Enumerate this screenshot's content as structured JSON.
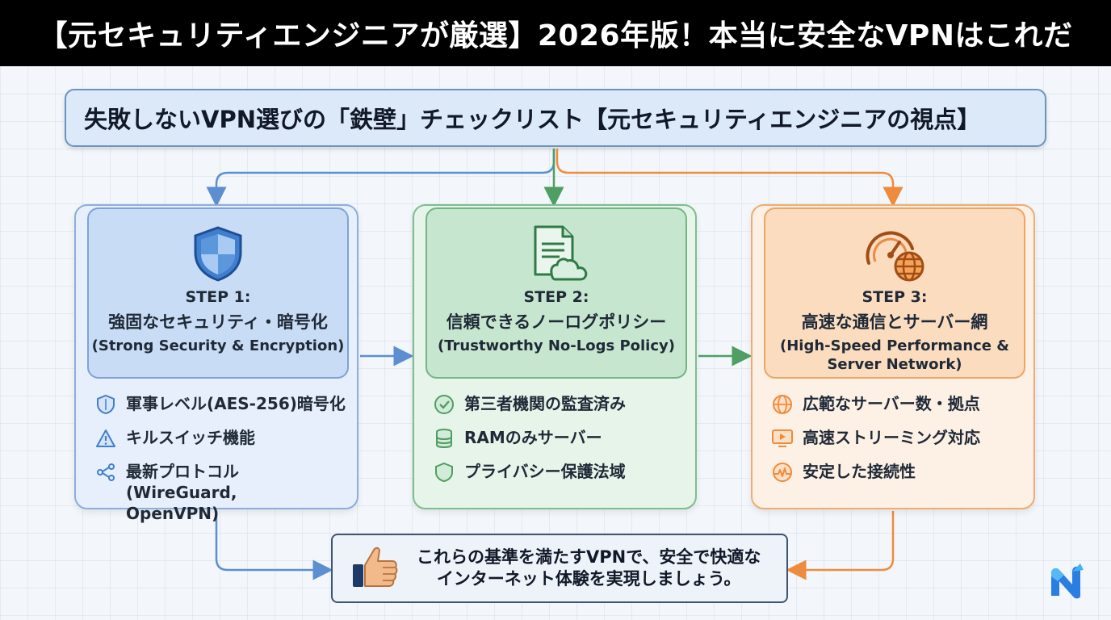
{
  "page_title": "【元セキュリティエンジニアが厳選】2026年版！本当に安全なVPNはこれだ",
  "checklist_title": "失敗しないVPN選びの「鉄壁」チェックリスト【元セキュリティエンジニアの視点】",
  "colors": {
    "blue": "#5b8fd0",
    "green": "#4f9e63",
    "orange": "#ee8b3c",
    "title_bar": "#000000"
  },
  "steps": [
    {
      "label": "STEP 1:",
      "title": "強固なセキュリティ・暗号化",
      "subtitle": "(Strong Security & Encryption)",
      "icon": "shield-icon",
      "features": [
        {
          "icon": "shield-outline-icon",
          "text": "軍事レベル(AES-256)暗号化"
        },
        {
          "icon": "warning-triangle-icon",
          "text": "キルスイッチ機能"
        },
        {
          "icon": "network-nodes-icon",
          "text": "最新プロトコル(WireGuard,\nOpenVPN)"
        }
      ]
    },
    {
      "label": "STEP 2:",
      "title": "信頼できるノーログポリシー",
      "subtitle": "(Trustworthy No-Logs Policy)",
      "icon": "document-cloud-icon",
      "features": [
        {
          "icon": "check-circle-icon",
          "text": "第三者機関の監査済み"
        },
        {
          "icon": "database-icon",
          "text": "RAMのみサーバー"
        },
        {
          "icon": "shield-outline-icon",
          "text": "プライバシー保護法域"
        }
      ]
    },
    {
      "label": "STEP 3:",
      "title": "高速な通信とサーバー網",
      "subtitle": "(High-Speed Performance &\nServer Network)",
      "icon": "speedometer-globe-icon",
      "features": [
        {
          "icon": "globe-icon",
          "text": "広範なサーバー数・拠点"
        },
        {
          "icon": "play-screen-icon",
          "text": "高速ストリーミング対応"
        },
        {
          "icon": "signal-wave-icon",
          "text": "安定した接続性"
        }
      ]
    }
  ],
  "conclusion": "これらの基準を満たすVPNで、安全で快適な\nインターネット体験を実現しましょう。"
}
